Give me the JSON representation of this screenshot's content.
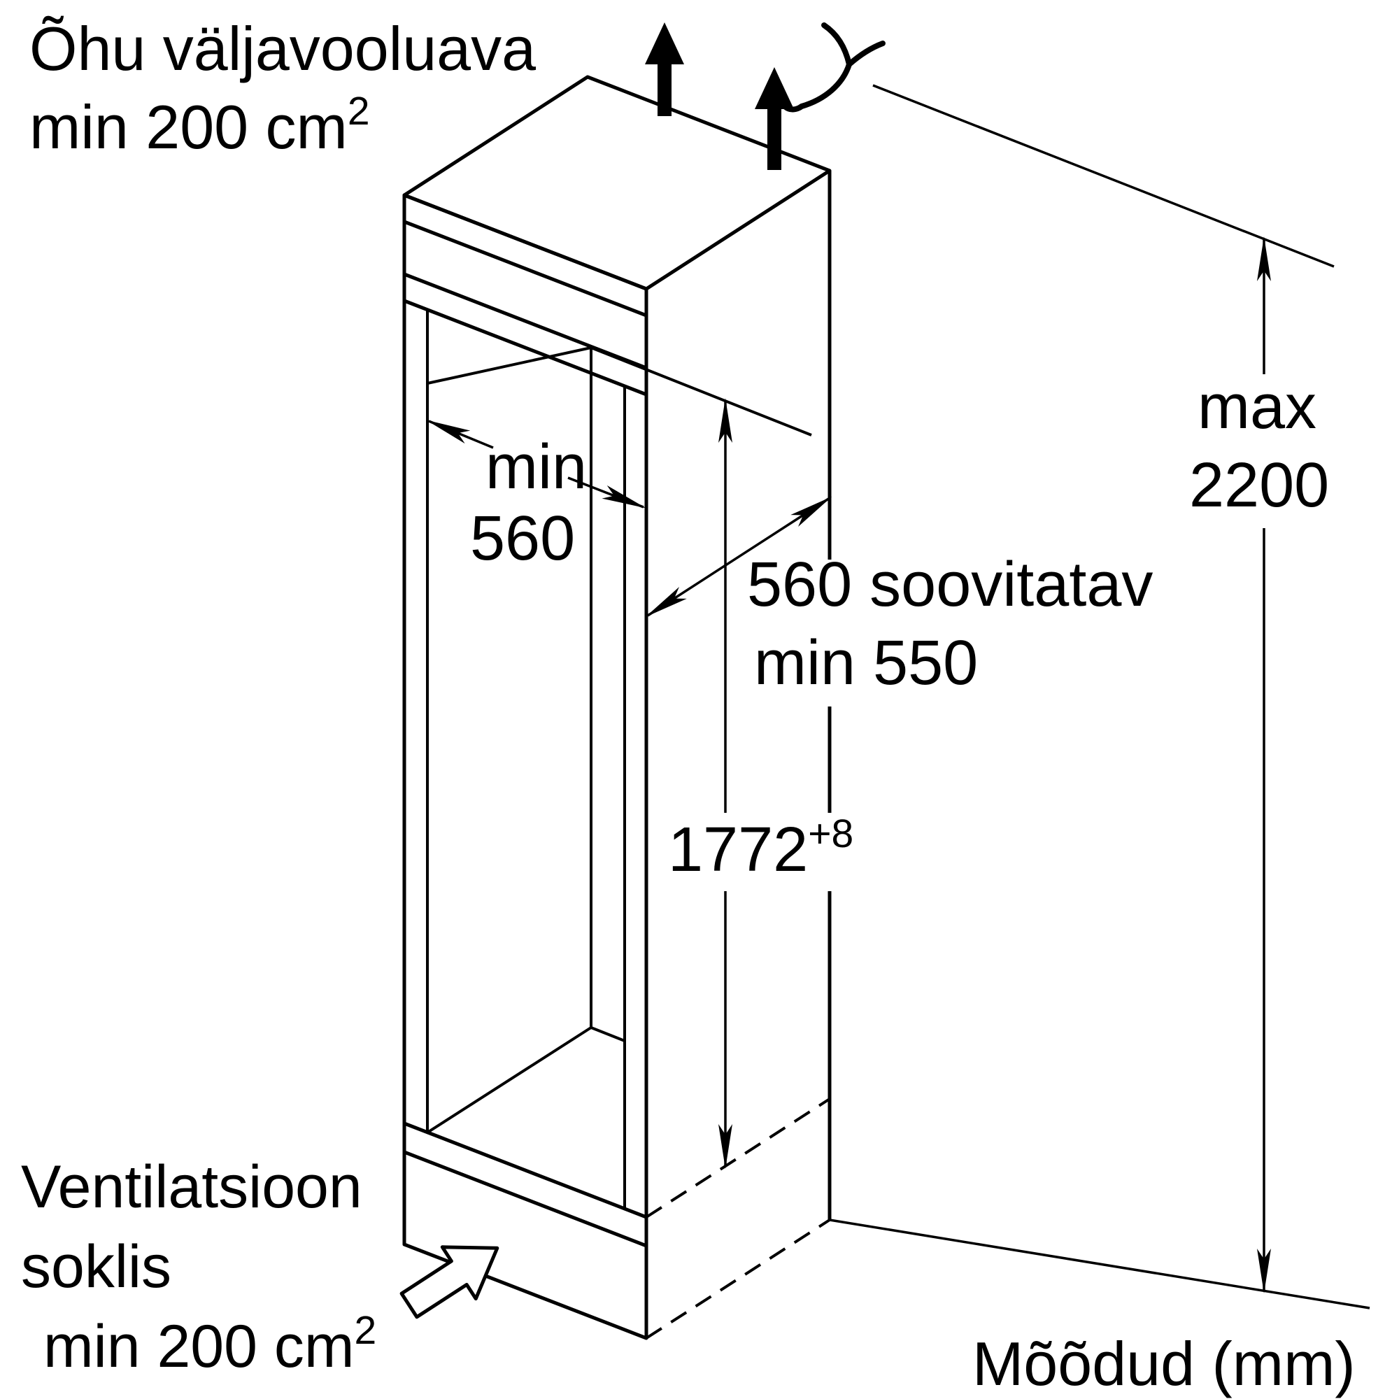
{
  "diagram": {
    "kind": "built-in appliance niche installation drawing",
    "colors": {
      "line": "#000000",
      "background": "#ffffff"
    },
    "annotations": {
      "air_outlet": {
        "line1": "Õhu väljavooluava",
        "line2": "min 200 cm",
        "sup": "2"
      },
      "niche_width": {
        "line1": "min",
        "line2": "560"
      },
      "niche_depth": {
        "line1": "560 soovitatav",
        "line2": "min 550"
      },
      "niche_height": {
        "value": "1772",
        "tolerance": "+8"
      },
      "max_height": {
        "line1": "max",
        "line2": "2200"
      },
      "plinth_vent": {
        "line1": "Ventilatsioon",
        "line2": "soklis",
        "line3": "min 200 cm",
        "sup": "2"
      },
      "units": {
        "note": "Mõõdud (mm)"
      }
    },
    "icons": {
      "airflow-up-arrow": "filled black arrow pointing up (air outlet at top)",
      "mains-cable-icon": "forked cable symbol at top right",
      "plinth-airflow-arrow": "hollow block arrow pointing into plinth vent"
    }
  }
}
